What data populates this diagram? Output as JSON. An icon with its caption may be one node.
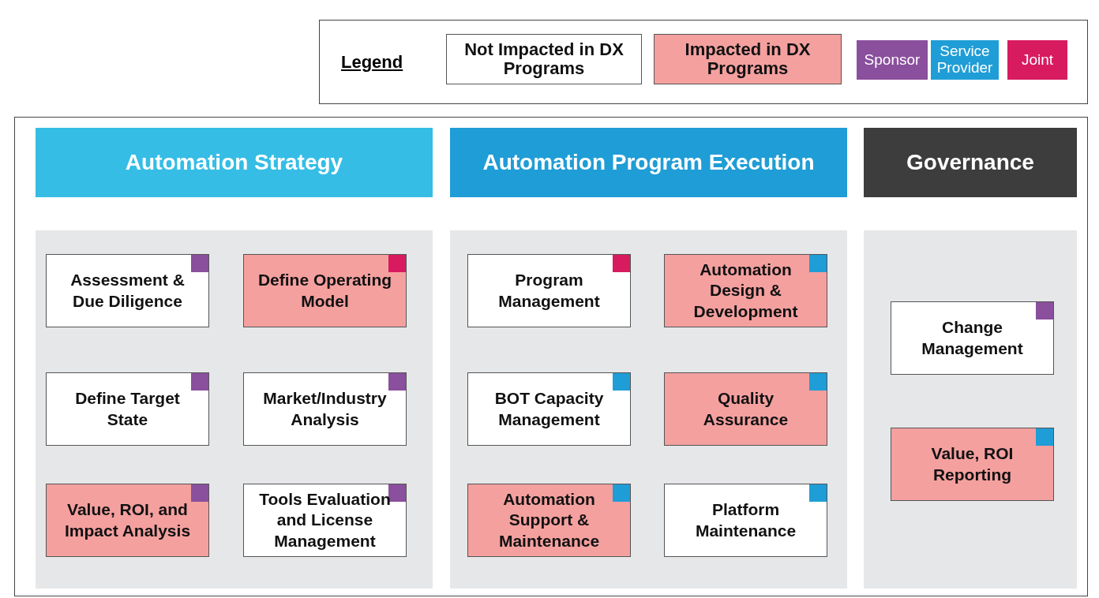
{
  "diagram": {
    "nodes": [
      {
        "text": [],
        "shape": "box"
      },
      {
        "text": [
          "Automation Strategy"
        ],
        "in": 0
      },
      {
        "text": [
          "Automation Program Execution"
        ],
        "in": 0
      },
      {
        "text": [
          "Governance"
        ],
        "in": 0
      },
      {
        "text": [],
        "shape": "box",
        "in": 0
      },
      {
        "text": [
          "Assessment & Due Diligence"
        ],
        "in": 4
      },
      {
        "text": [
          "Define Operating Model"
        ],
        "in": 4
      },
      {
        "text": [
          "Define Target State"
        ],
        "in": 4
      },
      {
        "text": [
          "Market/Industry Analysis"
        ],
        "in": 4
      },
      {
        "text": [
          "Value, ROI, and Impact Analysis"
        ],
        "in": 4
      },
      {
        "text": [
          "Tools Evaluation and License Management"
        ],
        "in": 4
      },
      {
        "text": [],
        "shape": "box",
        "in": 0
      },
      {
        "text": [
          "Program Management"
        ],
        "in": 11
      },
      {
        "text": [
          "Automation Design & Development"
        ],
        "in": 11
      },
      {
        "text": [
          "BOT Capacity Management"
        ],
        "in": 11
      },
      {
        "text": [
          "Quality Assurance"
        ],
        "in": 11
      },
      {
        "text": [
          "Automation Support & Maintenance"
        ],
        "in": 11
      },
      {
        "text": [
          "Platform Maintenance"
        ],
        "in": 11
      },
      {
        "text": [],
        "shape": "box",
        "in": 0
      },
      {
        "text": [
          "Change Management"
        ],
        "in": 18
      },
      {
        "text": [
          "Value, ROI Reporting"
        ],
        "in": 18
      }
    ],
    "edges": [],
    "labels": [
      "Legend"
    ],
    "legend": [
      {
        "text": "Not Impacted in DX Programs",
        "color": "#ffffff"
      },
      {
        "text": "Impacted in DX Programs",
        "color": "#f4a09f"
      },
      {
        "text": "Sponsor",
        "color": "#8a4f9d"
      },
      {
        "text": "Service Provider",
        "color": "#1f9dd6"
      },
      {
        "text": "Joint",
        "color": "#d81b5f"
      }
    ]
  }
}
